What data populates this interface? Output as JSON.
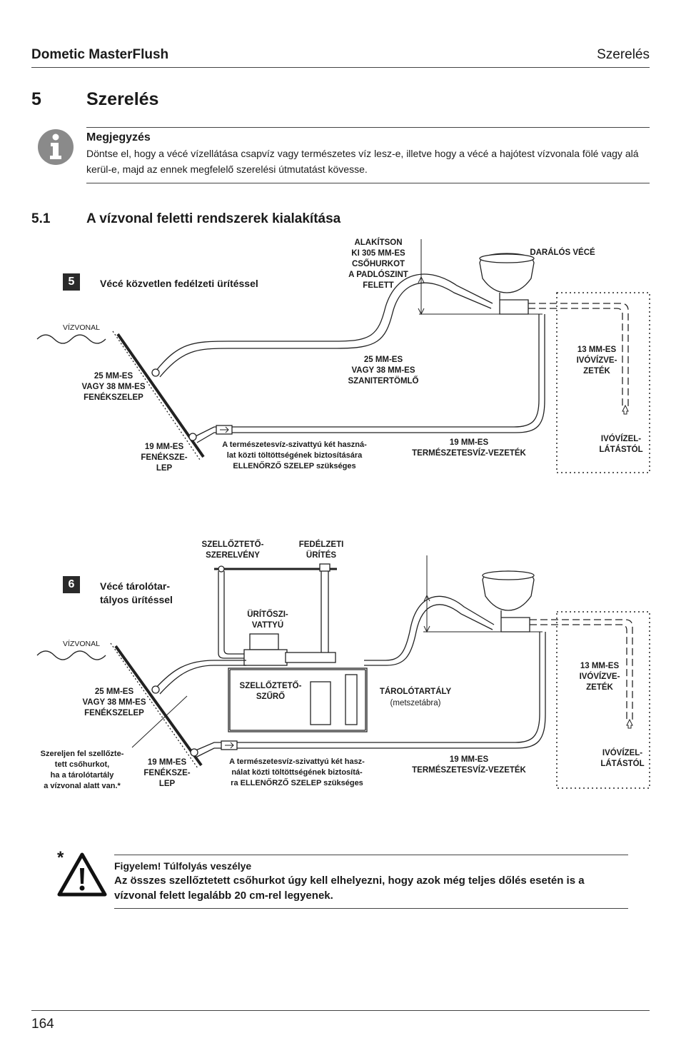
{
  "header": {
    "product": "Dometic MasterFlush",
    "section": "Szerelés"
  },
  "section": {
    "number": "5",
    "title": "Szerelés"
  },
  "note": {
    "title": "Megjegyzés",
    "text": "Döntse el, hogy a vécé vízellátása csapvíz vagy természetes víz lesz-e, illetve hogy a vécé a hajótest vízvonala fölé vagy alá kerül-e, majd az ennek megfelelő szerelési útmutatást kövesse."
  },
  "subsection": {
    "number": "5.1",
    "title": "A vízvonal feletti rendszerek kialakítása"
  },
  "figure5": {
    "badge": "5",
    "title": "Vécé közvetlen fedélzeti ürítéssel",
    "labels": {
      "loop": "ALAKÍTSON\nKI 305 MM-ES\nCSŐHURKOT\nA PADLÓSZINT\nFELETT",
      "toilet": "DARÁLÓS VÉCÉ",
      "waterline": "VÍZVONAL",
      "seacock_25": "25 MM-ES\nVAGY 38 MM-ES\nFENÉKSZELEP",
      "sanitary_hose": "25 MM-ES\nVAGY 38 MM-ES\nSZANITERTÖMLŐ",
      "potable_line": "13 MM-ES\nIVÓVÍZVE-\nZETÉK",
      "seacock_19": "19 MM-ES\nFENÉKSZE-\nLEP",
      "check_valve": "A természetesvíz-szivattyú két haszná-\nlat közti töltöttségének biztosítására\nELLENŐRZŐ SZELEP szükséges",
      "raw_water": "19 MM-ES\nTERMÉSZETESVÍZ-VEZETÉK",
      "from_potable": "IVÓVÍZEL-\nLÁTÁSTÓL"
    }
  },
  "figure6": {
    "badge": "6",
    "title": "Vécé tárolótar-\ntályos ürítéssel",
    "labels": {
      "vent_fitting": "SZELLŐZTETŐ-\nSZERELVÉNY",
      "deck_pumpout": "FEDÉLZETI\nÜRÍTÉS",
      "discharge_pump": "ÜRÍTŐSZI-\nVATTYÚ",
      "waterline": "VÍZVONAL",
      "vent_filter": "SZELLŐZTETŐ-\nSZŰRŐ",
      "holding_tank": "TÁROLÓTARTÁLY",
      "holding_tank_sub": "(metszetábra)",
      "potable_line": "13 MM-ES\nIVÓVÍZVE-\nZETÉK",
      "seacock_25": "25 MM-ES\nVAGY 38 MM-ES\nFENÉKSZELEP",
      "vented_loop": "Szereljen fel szellőzte-\ntett csőhurkot,\nha a tárolótartály\na vízvonal alatt van.*",
      "seacock_19": "19 MM-ES\nFENÉKSZE-\nLEP",
      "check_valve": "A természetesvíz-szivattyú két hasz-\nnálat közti töltöttségének biztosítá-\nra ELLENŐRZŐ SZELEP szükséges",
      "raw_water": "19 MM-ES\nTERMÉSZETESVÍZ-VEZETÉK",
      "from_potable": "IVÓVÍZEL-\nLÁTÁSTÓL"
    }
  },
  "warning": {
    "asterisk": "*",
    "title": "Figyelem!  Túlfolyás veszélye",
    "text": "Az összes szellőztetett csőhurkot úgy kell elhelyezni, hogy azok még teljes dőlés esetén is a vízvonal felett legalább 20 cm-rel legyenek."
  },
  "footer": {
    "page": "164"
  },
  "icons": {
    "note": "info-icon",
    "warning": "warning-triangle-icon"
  }
}
